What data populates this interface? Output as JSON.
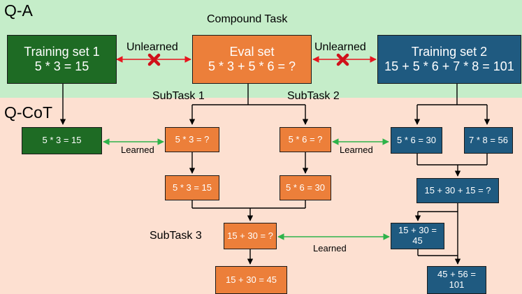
{
  "colors": {
    "qa_background": "#c5edc9",
    "cot_background": "#fde0d1",
    "training_set_1": "#1e6b24",
    "eval_set": "#ec7f3a",
    "training_set_2": "#1f5a80",
    "unlearned_arrow": "#e8141e",
    "learned_arrow": "#2eb34a"
  },
  "sections": {
    "qa": "Q-A",
    "cot": "Q-CoT"
  },
  "labels": {
    "compound_task": "Compound Task",
    "subtask_1": "SubTask 1",
    "subtask_2": "SubTask 2",
    "subtask_3": "SubTask 3",
    "unlearned_left": "Unlearned",
    "unlearned_right": "Unlearned",
    "learned_1": "Learned",
    "learned_2": "Learned",
    "learned_3": "Learned"
  },
  "qa_boxes": {
    "training_set_1": {
      "title": "Training set 1",
      "expr": "5 * 3 = 15"
    },
    "eval_set": {
      "title": "Eval set",
      "expr": "5 * 3 + 5 * 6 = ?"
    },
    "training_set_2": {
      "title": "Training set 2",
      "expr": "15 + 5 * 6 + 7 * 8 = 101"
    }
  },
  "cot_boxes": {
    "t1_fact": "5 * 3 = 15",
    "e_sub1_q": "5 * 3 = ?",
    "e_sub2_q": "5 * 6 = ?",
    "e_sub1_a": "5 * 3 = 15",
    "e_sub2_a": "5 * 6 = 30",
    "e_sub3_q": "15 + 30 = ?",
    "e_sub3_a": "15 + 30 = 45",
    "t2_sub1": "5 * 6 = 30",
    "t2_sub2": "7 * 8 = 56",
    "t2_sum_q": "15 + 30 + 15 = ?",
    "t2_add_line1": "15 + 30 =",
    "t2_add_line2": "45",
    "t2_final_line1": "45 + 56 =",
    "t2_final_line2": "101"
  }
}
